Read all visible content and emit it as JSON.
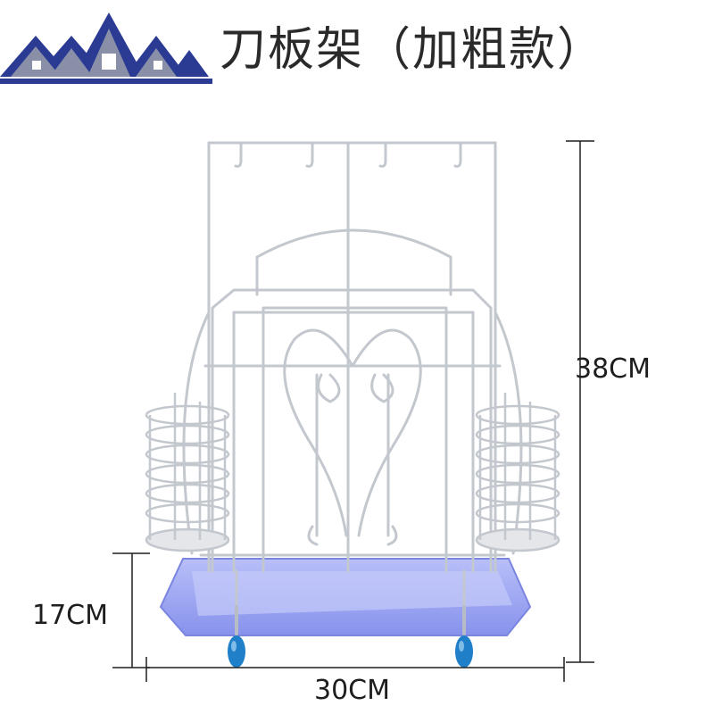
{
  "title": "刀板架（加粗款）",
  "dimensions": {
    "height": "38CM",
    "base_height": "17CM",
    "width": "30CM"
  },
  "colors": {
    "logo_blue": "#2b3b94",
    "logo_roof": "#8a8fa8",
    "tray": "#9aa4f2",
    "hook_tip": "#1f80c9",
    "wire": "#c9cdd4"
  },
  "logo_icon": "house-roofs-logo-icon",
  "product_icon": "knife-cutting-board-rack-icon"
}
